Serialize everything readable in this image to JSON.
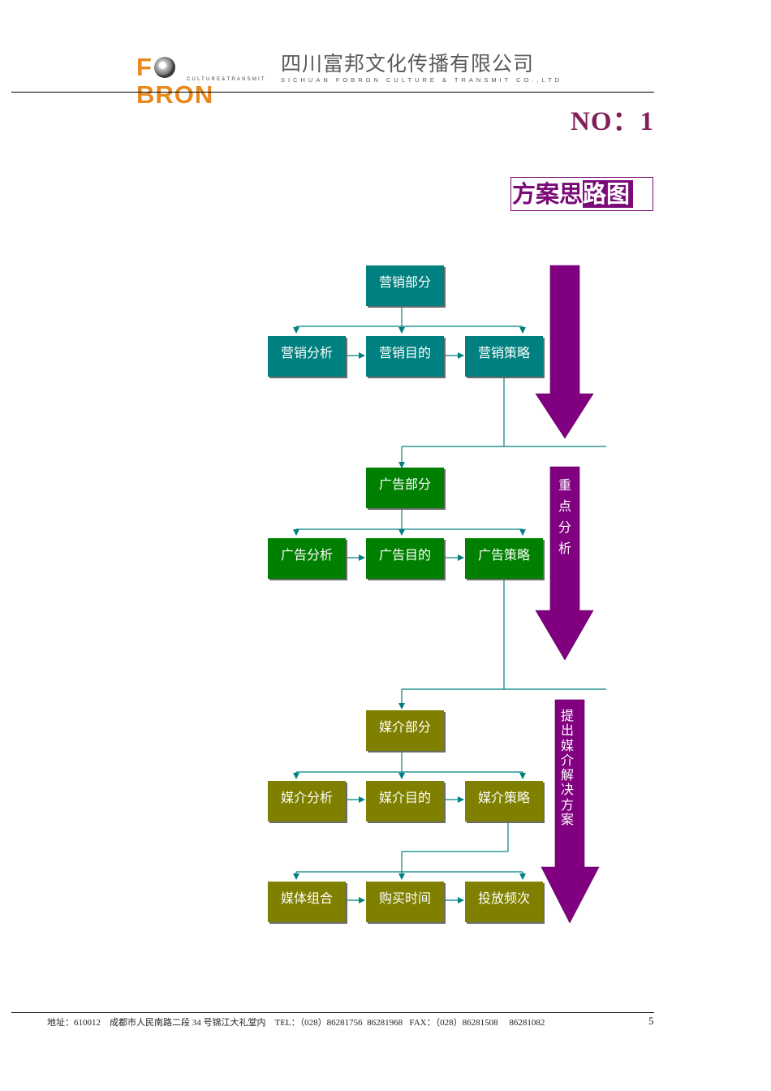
{
  "header": {
    "logo_text_pre": "F",
    "logo_text_post": "BRON",
    "logo_tagline": "CULTURE&TRANSMIT",
    "company_name_cn": "四川富邦文化传播有限公司",
    "company_name_en": "SICHUAN FOBRON CULTURE & TRANSMIT CO.,LTD"
  },
  "page_label": "NO：1",
  "title": {
    "part1": "方案思",
    "part2": "路图"
  },
  "flow": {
    "marketing": {
      "head": "营销部分",
      "items": [
        "营销分析",
        "营销目的",
        "营销策略"
      ]
    },
    "advertising": {
      "head": "广告部分",
      "items": [
        "广告分析",
        "广告目的",
        "广告策略"
      ]
    },
    "media": {
      "head": "媒介部分",
      "items": [
        "媒介分析",
        "媒介目的",
        "媒介策略"
      ],
      "sub_items": [
        "媒体组合",
        "购买时间",
        "投放频次"
      ]
    },
    "arrow_labels": {
      "focus": "重点分析",
      "solution": "提出媒介解决方案"
    }
  },
  "colors": {
    "marketing": "#008080",
    "advertising": "#008000",
    "media": "#808000",
    "arrow": "#800080",
    "connector": "#008080",
    "title_accent": "#7a0a78",
    "page_label": "#80205a",
    "logo": "#e8891e"
  },
  "footer": {
    "address": "地址：610012    成都市人民南路二段 34 号锦江大礼堂内    TEL：（028）86281756  86281968   FAX：（028）86281508     86281082",
    "page_number": "5"
  }
}
